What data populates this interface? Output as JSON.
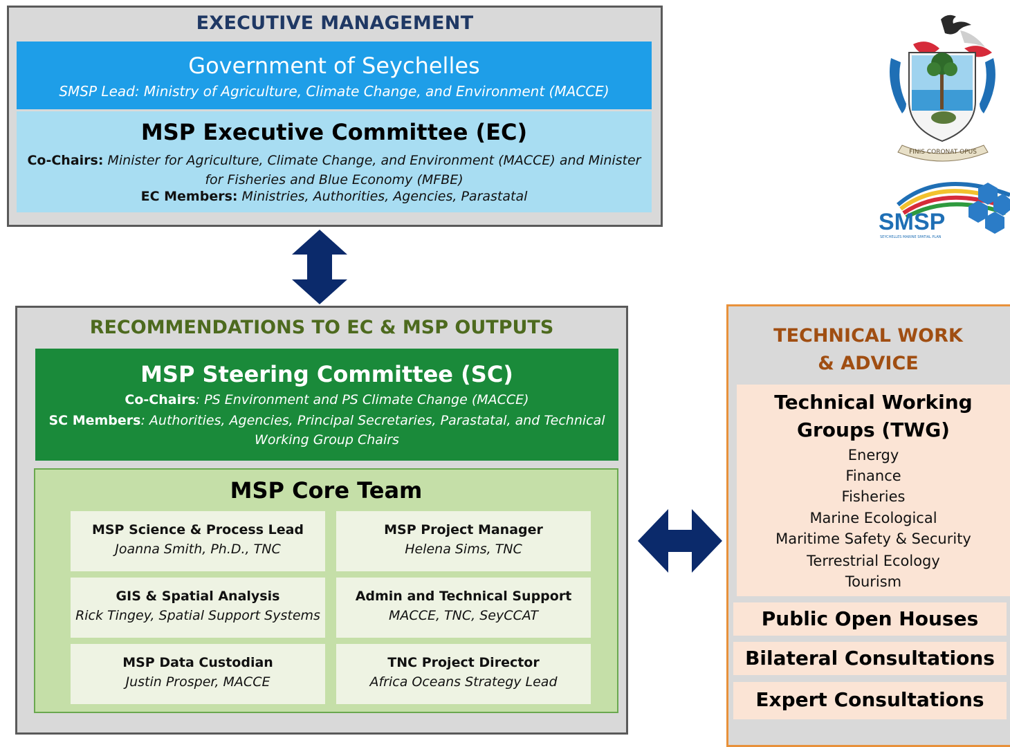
{
  "executive": {
    "title": "EXECUTIVE MANAGEMENT",
    "government": {
      "name": "Government of Seychelles",
      "lead": "SMSP Lead: Ministry of Agriculture, Climate Change, and Environment (MACCE)"
    },
    "committee": {
      "name": "MSP Executive Committee (EC)",
      "cochairs_label": "Co-Chairs:",
      "cochairs_text": "Minister for Agriculture, Climate Change, and Environment (MACCE) and Minister for Fisheries and Blue Economy (MFBE)",
      "members_label": "EC Members:",
      "members_text": "Ministries, Authorities, Agencies, Parastatal"
    }
  },
  "logos": {
    "coat_of_arms_text": "FINIS CORONAT OPUS",
    "smsp_text": "SMSP",
    "smsp_subtitle": "SEYCHELLES MARINE SPATIAL PLAN"
  },
  "recommendations": {
    "title": "RECOMMENDATIONS TO EC & MSP OUTPUTS",
    "steering": {
      "name": "MSP Steering Committee (SC)",
      "cochairs_label": "Co-Chairs",
      "cochairs_text": ": PS Environment and PS Climate Change (MACCE)",
      "members_label": "SC Members",
      "members_text": ": Authorities, Agencies, Principal Secretaries, Parastatal, and Technical Working Group Chairs"
    },
    "core_team": {
      "title": "MSP Core Team",
      "members": [
        {
          "role": "MSP Science & Process Lead",
          "person": "Joanna Smith, Ph.D., TNC"
        },
        {
          "role": "MSP Project Manager",
          "person": "Helena Sims, TNC"
        },
        {
          "role": "GIS & Spatial Analysis",
          "person": "Rick Tingey, Spatial Support Systems"
        },
        {
          "role": "Admin and Technical Support",
          "person": "MACCE, TNC, SeyCCAT"
        },
        {
          "role": "MSP Data Custodian",
          "person": "Justin Prosper, MACCE"
        },
        {
          "role": "TNC Project Director",
          "person": "Africa Oceans Strategy Lead"
        }
      ]
    }
  },
  "technical": {
    "title_line1": "TECHNICAL WORK",
    "title_line2": "& ADVICE",
    "twg": {
      "name_line1": "Technical Working",
      "name_line2": "Groups (TWG)",
      "groups": [
        "Energy",
        "Finance",
        "Fisheries",
        "Marine Ecological",
        "Maritime Safety & Security",
        "Terrestrial Ecology",
        "Tourism"
      ]
    },
    "other": [
      "Public Open Houses",
      "Bilateral Consultations",
      "Expert Consultations"
    ]
  },
  "colors": {
    "government_blue": "#1e9ee8",
    "ec_light_blue": "#a8ddf2",
    "sc_green": "#1a8a3a",
    "core_light_green": "#c5dfa8",
    "arrow_navy": "#0b2a6b",
    "technical_orange": "#e8913a",
    "twg_peach": "#fbe4d5"
  }
}
